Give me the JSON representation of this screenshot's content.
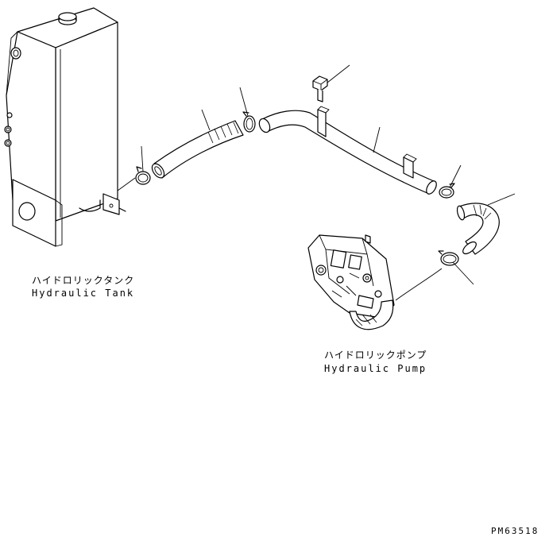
{
  "labels": {
    "tank_jp": "ハイドロリックタンク",
    "tank_en": "Hydraulic Tank",
    "pump_jp": "ハイドロリックポンプ",
    "pump_en": "Hydraulic Pump",
    "drawing_code": "PM63518"
  }
}
